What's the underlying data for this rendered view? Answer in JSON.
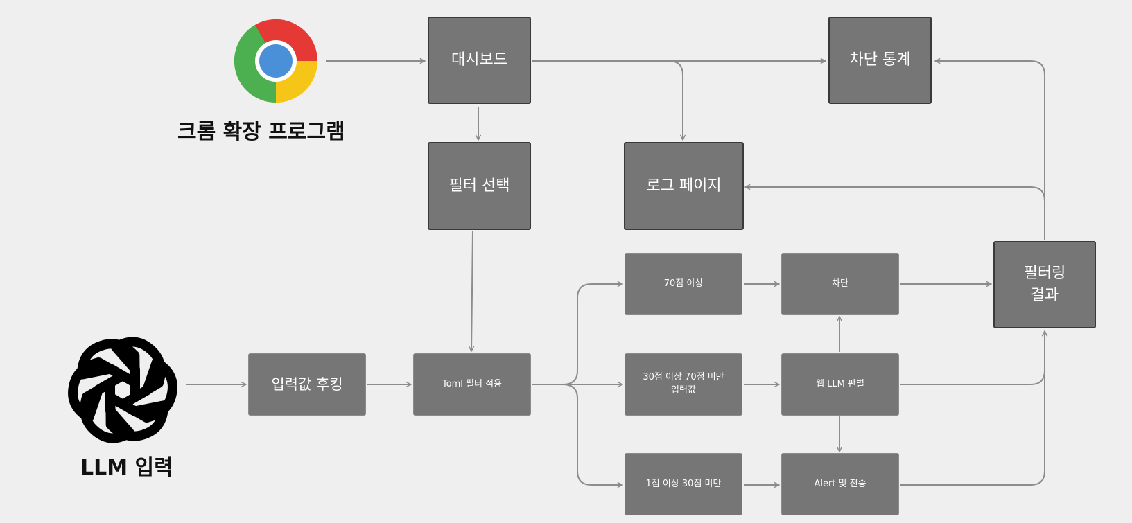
{
  "sources": {
    "chrome": {
      "icon": "chrome-icon",
      "label": "크롬 확장 프로그램"
    },
    "llm": {
      "icon": "openai-icon",
      "label": "LLM 입력"
    }
  },
  "nodes": {
    "dashboard": "대시보드",
    "block_stats": "차단 통계",
    "filter_select": "필터 선택",
    "log_page": "로그 페이지",
    "input_hook": "입력값  후킹",
    "toml_apply": "Toml 필터 적용",
    "score_70": "70점 이상",
    "score_30_70": "30점 이상 70점 미만\n입력값",
    "score_1_30": "1점 이상 30점 미만",
    "block": "차단",
    "web_llm": "웹 LLM 판별",
    "alert_send": "Alert 및 전송",
    "filter_result": "필터링\n결과"
  },
  "colors": {
    "background": "#efefef",
    "box_fill": "#767676",
    "box_border_dark": "#3a3a3a",
    "arrow": "#8c8c8c"
  }
}
